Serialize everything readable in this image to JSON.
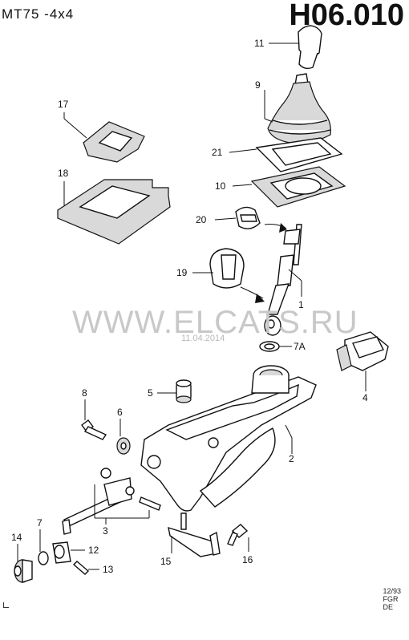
{
  "header": {
    "model": "MT75  -4x4",
    "code": "H06.010"
  },
  "watermark": {
    "text": "WWW.ELCATS.RU",
    "date": "11.04.2014"
  },
  "footer": {
    "line1": "12/93",
    "line2": "FGR",
    "line3": "DE"
  },
  "callouts": {
    "p11": "11",
    "p9": "9",
    "p17": "17",
    "p21": "21",
    "p18": "18",
    "p10": "10",
    "p20": "20",
    "p19": "19",
    "p1": "1",
    "p7A": "7A",
    "p4": "4",
    "p8": "8",
    "p5": "5",
    "p6": "6",
    "p2": "2",
    "p3": "3",
    "p14": "14",
    "p7": "7",
    "p12": "12",
    "p13": "13",
    "p15": "15",
    "p16": "16"
  },
  "colors": {
    "line": "#111111",
    "watermark": "#c8c8c8"
  }
}
